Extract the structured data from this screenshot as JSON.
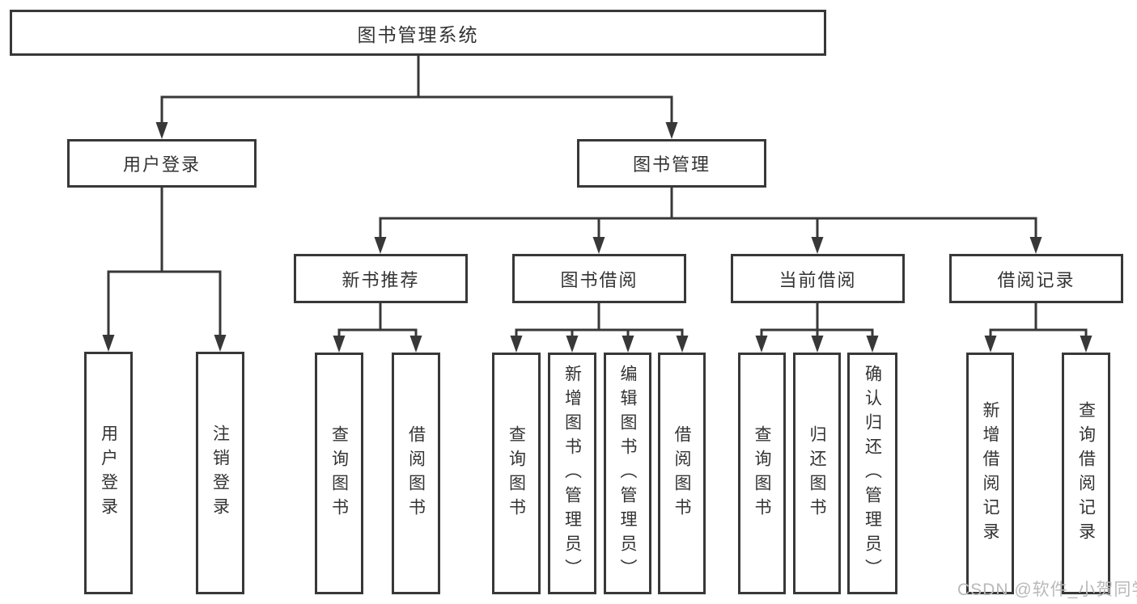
{
  "diagram": {
    "nodes": {
      "root": {
        "label": "图书管理系统"
      },
      "user_login": {
        "label": "用户登录"
      },
      "book_management": {
        "label": "图书管理"
      },
      "new_book_recommend": {
        "label": "新书推荐"
      },
      "book_borrowing": {
        "label": "图书借阅"
      },
      "current_borrowing": {
        "label": "当前借阅"
      },
      "borrowing_records": {
        "label": "借阅记录"
      },
      "leaf_user_login": {
        "label": "用户登录"
      },
      "leaf_logout": {
        "label": "注销登录"
      },
      "leaf_query_book_recommend": {
        "label": "查询图书"
      },
      "leaf_borrow_book_recommend": {
        "label": "借阅图书"
      },
      "leaf_query_book_borrowing": {
        "label": "查询图书"
      },
      "leaf_add_book_admin": {
        "label": "新增图书（管理员）"
      },
      "leaf_edit_book_admin": {
        "label": "编辑图书（管理员）"
      },
      "leaf_borrow_book_borrowing": {
        "label": "借阅图书"
      },
      "leaf_query_book_current": {
        "label": "查询图书"
      },
      "leaf_return_book": {
        "label": "归还图书"
      },
      "leaf_confirm_return_admin": {
        "label": "确认归还（管理员）"
      },
      "leaf_add_borrow_record": {
        "label": "新增借阅记录"
      },
      "leaf_query_borrow_record": {
        "label": "查询借阅记录"
      }
    },
    "edges_note": "tree: root -> [user_login, book_management]; user_login -> [leaf_user_login, leaf_logout]; book_management -> [new_book_recommend, book_borrowing, current_borrowing, borrowing_records]; new_book_recommend -> [leaf_query_book_recommend, leaf_borrow_book_recommend]; book_borrowing -> [leaf_query_book_borrowing, leaf_add_book_admin, leaf_edit_book_admin, leaf_borrow_book_borrowing]; current_borrowing -> [leaf_query_book_current, leaf_return_book, leaf_confirm_return_admin]; borrowing_records -> [leaf_add_borrow_record, leaf_query_borrow_record]",
    "colors": {
      "line": "#383838",
      "box_border": "#383838",
      "box_fill": "#ffffff",
      "text": "#333333",
      "background": "#ffffff",
      "watermark": "#b9b9b9"
    },
    "watermark": {
      "text": "CSDN @软件_小贺同学"
    }
  }
}
